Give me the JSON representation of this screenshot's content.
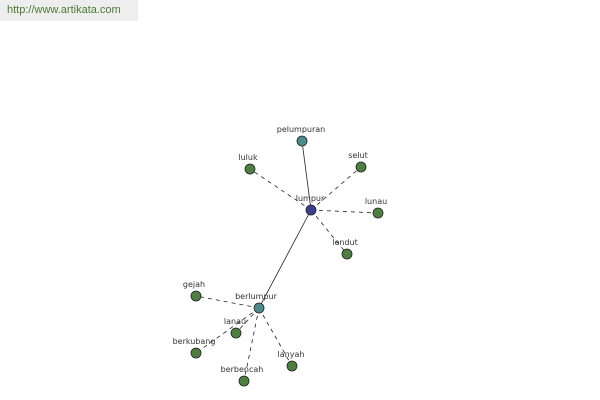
{
  "header": {
    "url": "http://www.artikata.com"
  },
  "colors": {
    "root": "#3b3f8f",
    "hub": "#4f8a8c",
    "leaf": "#4d8040",
    "stroke": "#222222",
    "url_text": "#4a7a35"
  },
  "graph": {
    "nodes": [
      {
        "id": "lumpur",
        "label": "lumpur",
        "kind": "root"
      },
      {
        "id": "pelumpuran",
        "label": "pelumpuran",
        "kind": "hub"
      },
      {
        "id": "berlumpur",
        "label": "berlumpur",
        "kind": "hub"
      },
      {
        "id": "luluk",
        "label": "luluk",
        "kind": "leaf"
      },
      {
        "id": "selut",
        "label": "selut",
        "kind": "leaf"
      },
      {
        "id": "lunau",
        "label": "lunau",
        "kind": "leaf"
      },
      {
        "id": "lendut",
        "label": "lendut",
        "kind": "leaf"
      },
      {
        "id": "gejah",
        "label": "gejah",
        "kind": "leaf"
      },
      {
        "id": "lanau",
        "label": "lanau",
        "kind": "leaf"
      },
      {
        "id": "berkubang",
        "label": "berkubang",
        "kind": "leaf"
      },
      {
        "id": "berbencah",
        "label": "berbencah",
        "kind": "leaf"
      },
      {
        "id": "lanyah",
        "label": "lanyah",
        "kind": "leaf"
      }
    ],
    "edges": [
      {
        "from": "lumpur",
        "to": "pelumpuran",
        "style": "solid"
      },
      {
        "from": "lumpur",
        "to": "berlumpur",
        "style": "solid"
      },
      {
        "from": "lumpur",
        "to": "luluk",
        "style": "dashed"
      },
      {
        "from": "lumpur",
        "to": "selut",
        "style": "dashed"
      },
      {
        "from": "lumpur",
        "to": "lunau",
        "style": "dashed"
      },
      {
        "from": "lumpur",
        "to": "lendut",
        "style": "dashed"
      },
      {
        "from": "berlumpur",
        "to": "gejah",
        "style": "dashed"
      },
      {
        "from": "berlumpur",
        "to": "lanau",
        "style": "dashed"
      },
      {
        "from": "berlumpur",
        "to": "berkubang",
        "style": "dashed"
      },
      {
        "from": "berlumpur",
        "to": "berbencah",
        "style": "dashed"
      },
      {
        "from": "berlumpur",
        "to": "lanyah",
        "style": "dashed"
      }
    ]
  }
}
